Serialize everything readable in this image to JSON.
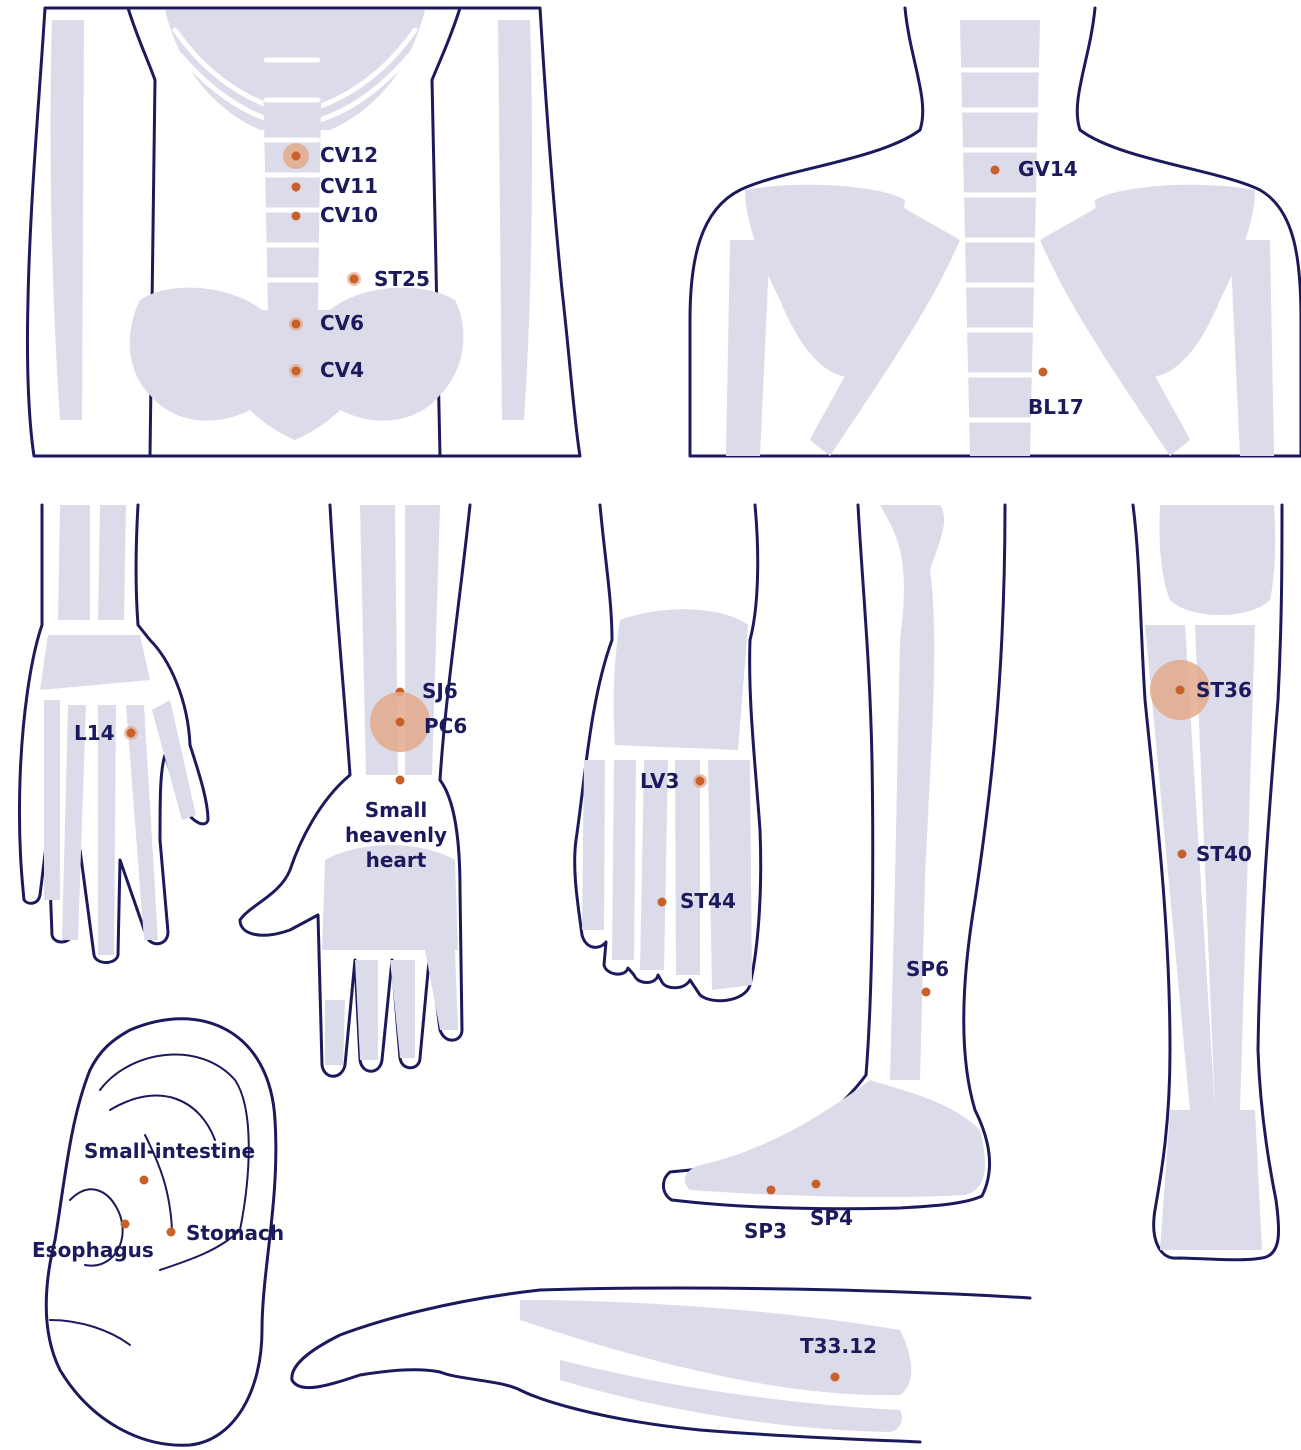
{
  "diagram": {
    "colors": {
      "outline": "#1c1a5c",
      "bone": "#dcdbe9",
      "point": "#c8602a",
      "halo": "#e3a98c",
      "label": "#1c1a5c"
    },
    "points": [
      {
        "id": "cv12",
        "label": "CV12",
        "halo": "small"
      },
      {
        "id": "cv11",
        "label": "CV11"
      },
      {
        "id": "cv10",
        "label": "CV10"
      },
      {
        "id": "st25",
        "label": "ST25",
        "ring": true
      },
      {
        "id": "cv6",
        "label": "CV6",
        "ring": true
      },
      {
        "id": "cv4",
        "label": "CV4",
        "ring": true
      },
      {
        "id": "gv14",
        "label": "GV14"
      },
      {
        "id": "bl17",
        "label": "BL17"
      },
      {
        "id": "l14",
        "label": "L14",
        "ring": true
      },
      {
        "id": "sj6",
        "label": "SJ6"
      },
      {
        "id": "pc6",
        "label": "PC6",
        "halo": "large"
      },
      {
        "id": "small-heavenly-heart",
        "label": "Small heavenly heart"
      },
      {
        "id": "lv3",
        "label": "LV3",
        "ring": true
      },
      {
        "id": "st44",
        "label": "ST44"
      },
      {
        "id": "sp6",
        "label": "SP6"
      },
      {
        "id": "sp3",
        "label": "SP3"
      },
      {
        "id": "sp4",
        "label": "SP4"
      },
      {
        "id": "st36",
        "label": "ST36",
        "halo": "large"
      },
      {
        "id": "st40",
        "label": "ST40"
      },
      {
        "id": "small-intestine",
        "label": "Small-intestine"
      },
      {
        "id": "esophagus",
        "label": "Esophagus"
      },
      {
        "id": "stomach",
        "label": "Stomach"
      },
      {
        "id": "t33-12",
        "label": "T33.12"
      }
    ]
  }
}
